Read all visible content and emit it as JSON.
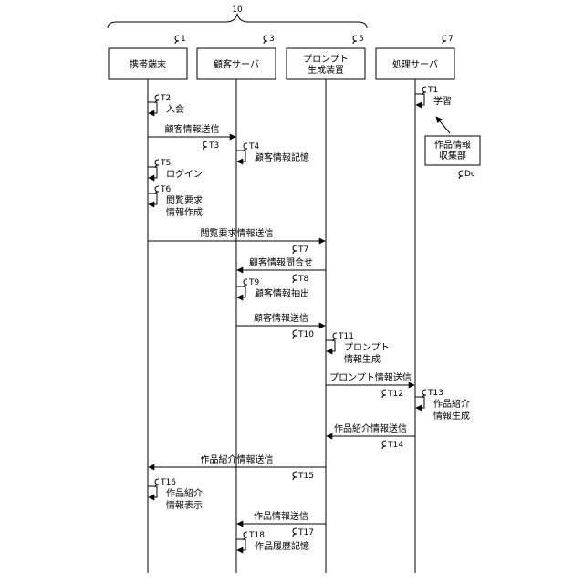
{
  "group": {
    "label": "10"
  },
  "actors": [
    {
      "id": "mobile",
      "label": [
        "携帯端末"
      ],
      "ref": "1"
    },
    {
      "id": "customer",
      "label": [
        "顧客サーバ"
      ],
      "ref": "3"
    },
    {
      "id": "prompt",
      "label": [
        "プロンプト",
        "生成装置"
      ],
      "ref": "5"
    },
    {
      "id": "processor",
      "label": [
        "処理サーバ"
      ],
      "ref": "7"
    }
  ],
  "collector": {
    "label": [
      "作品情報",
      "収集部"
    ],
    "ref": "Dc"
  },
  "steps": [
    {
      "kind": "self",
      "actor": 3,
      "tag": "T1",
      "label": [
        "学習"
      ]
    },
    {
      "kind": "self",
      "actor": 0,
      "tag": "T2",
      "label": [
        "入会"
      ]
    },
    {
      "kind": "message",
      "from": 0,
      "to": 1,
      "tag": "T3",
      "label": "顧客情報送信"
    },
    {
      "kind": "self",
      "actor": 1,
      "tag": "T4",
      "label": [
        "顧客情報記憶"
      ]
    },
    {
      "kind": "self",
      "actor": 0,
      "tag": "T5",
      "label": [
        "ログイン"
      ]
    },
    {
      "kind": "self",
      "actor": 0,
      "tag": "T6",
      "label": [
        "閲覧要求",
        "情報作成"
      ]
    },
    {
      "kind": "message",
      "from": 0,
      "to": 2,
      "tag": "T7",
      "label": "閲覧要求情報送信"
    },
    {
      "kind": "message",
      "from": 2,
      "to": 1,
      "tag": "T8",
      "label": "顧客情報問合せ"
    },
    {
      "kind": "self",
      "actor": 1,
      "tag": "T9",
      "label": [
        "顧客情報抽出"
      ]
    },
    {
      "kind": "message",
      "from": 1,
      "to": 2,
      "tag": "T10",
      "label": "顧客情報送信"
    },
    {
      "kind": "self",
      "actor": 2,
      "tag": "T11",
      "label": [
        "プロンプト",
        "情報生成"
      ]
    },
    {
      "kind": "message",
      "from": 2,
      "to": 3,
      "tag": "T12",
      "label": "プロンプト情報送信"
    },
    {
      "kind": "self",
      "actor": 3,
      "tag": "T13",
      "label": [
        "作品紹介",
        "情報生成"
      ]
    },
    {
      "kind": "message",
      "from": 3,
      "to": 2,
      "tag": "T14",
      "label": "作品紹介情報送信"
    },
    {
      "kind": "message",
      "from": 2,
      "to": 0,
      "tag": "T15",
      "label": "作品紹介情報送信"
    },
    {
      "kind": "self",
      "actor": 0,
      "tag": "T16",
      "label": [
        "作品紹介",
        "情報表示"
      ]
    },
    {
      "kind": "message",
      "from": 2,
      "to": 1,
      "tag": "T17",
      "label": "作品情報送信"
    },
    {
      "kind": "self",
      "actor": 1,
      "tag": "T18",
      "label": [
        "作品履歴記憶"
      ]
    }
  ]
}
